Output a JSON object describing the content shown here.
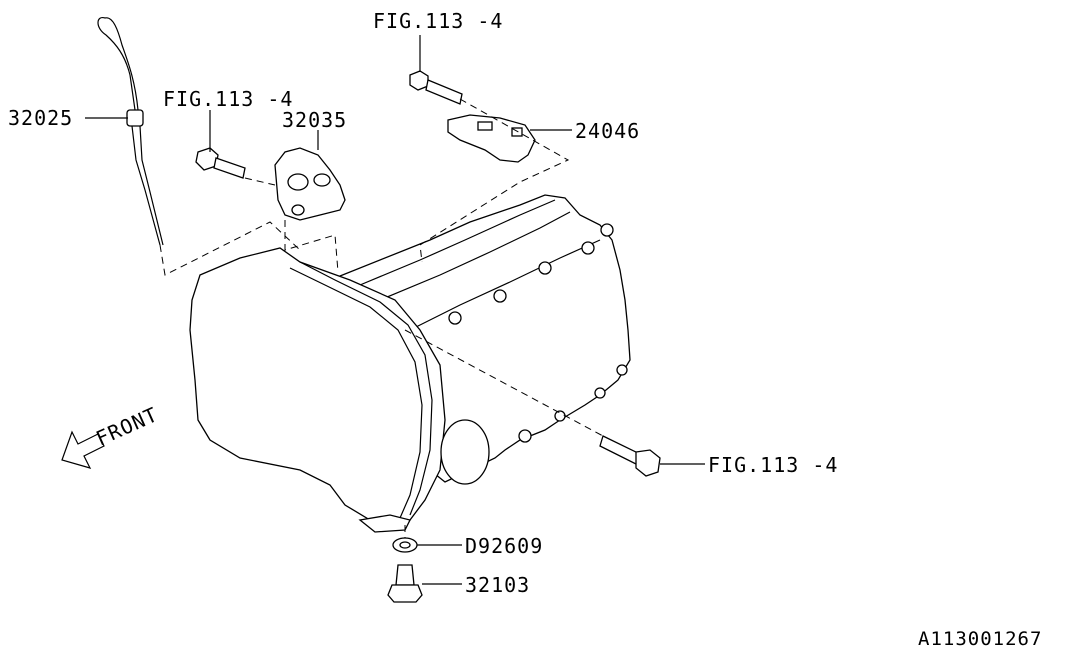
{
  "labels": {
    "dipstick": "32025",
    "bracket": "32035",
    "bracket_top": "24046",
    "gasket": "D92609",
    "drain_plug": "32103",
    "fig_ref_top": "FIG.113 -4",
    "fig_ref_left": "FIG.113 -4",
    "fig_ref_right": "FIG.113 -4"
  },
  "front_label": "FRONT",
  "diagram_code": "A113001267"
}
